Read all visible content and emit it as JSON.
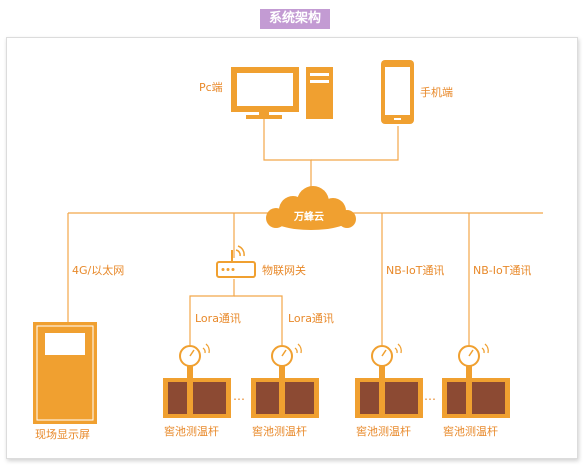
{
  "title": "系统架构",
  "colors": {
    "accent": "#f0a030",
    "line": "#f2a64a",
    "text": "#e8892a",
    "brown": "#8c4a33",
    "title_bg": "#c39bd3"
  },
  "nodes": {
    "pc": "Pc端",
    "phone": "手机端",
    "cloud": "万蜂云",
    "router": "物联网关",
    "display": "现场显示屏",
    "probe": "窖池测温杆"
  },
  "links": {
    "g4": "4G/以太网",
    "lora": "Lora通讯",
    "nbiot": "NB-IoT通讯"
  },
  "ellipsis": "…"
}
